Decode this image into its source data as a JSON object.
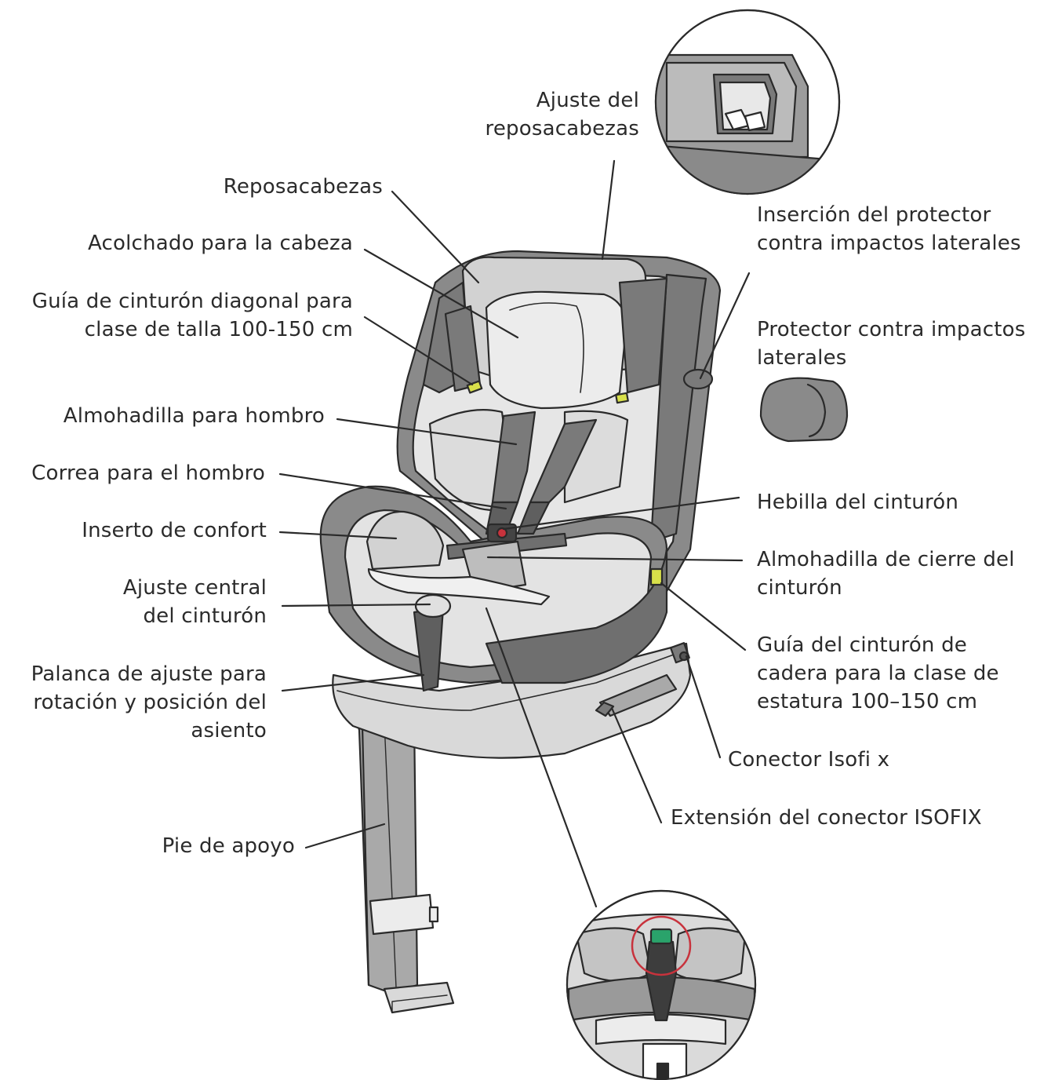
{
  "labels": {
    "headrest_adjust": "Ajuste del\nreposacabezas",
    "headrest": "Reposacabezas",
    "head_padding": "Acolchado para la cabeza",
    "diagonal_guide": "Guía de cinturón diagonal para\nclase de talla 100-150 cm",
    "shoulder_pad": "Almohadilla para hombro",
    "shoulder_strap": "Correa para el hombro",
    "comfort_insert": "Inserto de confort",
    "central_adjust": "Ajuste central\ndel cinturón",
    "rotation_lever": "Palanca de ajuste para\nrotación y posición del\nasiento",
    "support_leg": "Pie de apoyo",
    "side_insert": "Inserción del protector\ncontra impactos laterales",
    "side_protector": "Protector contra impactos\nlaterales",
    "buckle": "Hebilla del cinturón",
    "buckle_pad": "Almohadilla de cierre del\ncinturón",
    "lap_guide": "Guía del cinturón de\ncadera para la clase de\nestatura 100–150 cm",
    "isofix_connector": "Conector Isofi x",
    "isofix_extension": "Extensión del conector ISOFIX"
  },
  "colors": {
    "dark_grey": "#7a7a7a",
    "mid_grey": "#a9a9a9",
    "light_grey": "#d9d9d9",
    "pale_grey": "#ececec",
    "accent_yellow": "#d8e04a",
    "accent_green": "#2aa36b",
    "highlight_red": "#c8323c"
  }
}
